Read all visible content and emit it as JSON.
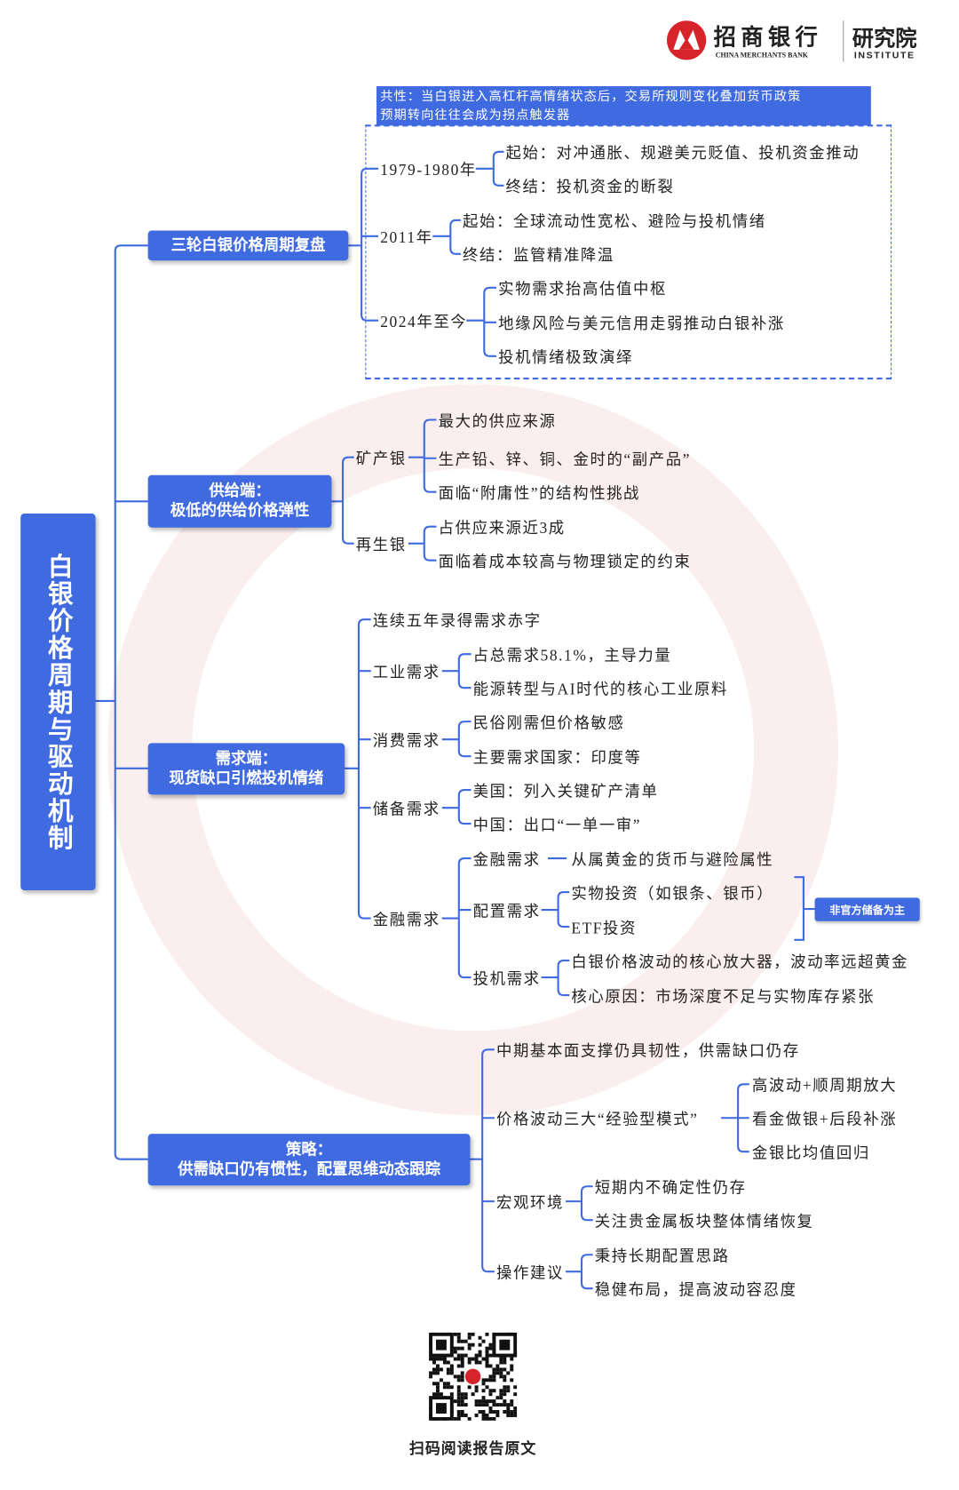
{
  "brand": {
    "name_cn": "招商银行",
    "name_en": "CHINA MERCHANTS BANK",
    "institute_cn": "研究院",
    "institute_en": "INSTITUTE",
    "logo_color": "#d7242a"
  },
  "colors": {
    "accent": "#3f6ae0"
  },
  "root": "白银价格周期与驱动机制",
  "note": {
    "line1": "共性：当白银进入高杠杆高情绪状态后，交易所规则变化叠加货币政策",
    "line2": "预期转向往往会成为拐点触发器"
  },
  "b1": {
    "label": "三轮白银价格周期复盘",
    "c1": {
      "label": "1979-1980年",
      "items": [
        "起始：对冲通胀、规避美元贬值、投机资金推动",
        "终结：投机资金的断裂"
      ]
    },
    "c2": {
      "label": "2011年",
      "items": [
        "起始：全球流动性宽松、避险与投机情绪",
        "终结：监管精准降温"
      ]
    },
    "c3": {
      "label": "2024年至今",
      "items": [
        "实物需求抬高估值中枢",
        "地缘风险与美元信用走弱推动白银补涨",
        "投机情绪极致演绎"
      ]
    }
  },
  "b2": {
    "line1": "供给端：",
    "line2": "极低的供给价格弹性",
    "c1": {
      "label": "矿产银",
      "items": [
        "最大的供应来源",
        "生产铅、锌、铜、金时的“副产品”",
        "面临“附庸性”的结构性挑战"
      ]
    },
    "c2": {
      "label": "再生银",
      "items": [
        "占供应来源近3成",
        "面临着成本较高与物理锁定的约束"
      ]
    }
  },
  "b3": {
    "line1": "需求端：",
    "line2": "现货缺口引燃投机情绪",
    "c0": "连续五年录得需求赤字",
    "c1": {
      "label": "工业需求",
      "items": [
        "占总需求58.1%，主导力量",
        "能源转型与AI时代的核心工业原料"
      ]
    },
    "c2": {
      "label": "消费需求",
      "items": [
        "民俗刚需但价格敏感",
        "主要需求国家：印度等"
      ]
    },
    "c3": {
      "label": "储备需求",
      "items": [
        "美国：列入关键矿产清单",
        "中国：出口“一单一审”"
      ]
    },
    "c4": {
      "label": "金融需求",
      "s1": {
        "label": "金融需求",
        "item": "从属黄金的货币与避险属性"
      },
      "s2": {
        "label": "配置需求",
        "items": [
          "实物投资（如银条、银币）",
          "ETF投资"
        ],
        "tag": "非官方储备为主"
      },
      "s3": {
        "label": "投机需求",
        "items": [
          "白银价格波动的核心放大器，波动率远超黄金",
          "核心原因：市场深度不足与实物库存紧张"
        ]
      }
    }
  },
  "b4": {
    "line1": "策略：",
    "line2": "供需缺口仍有惯性，配置思维动态跟踪",
    "c1": "中期基本面支撑仍具韧性，供需缺口仍存",
    "c2": {
      "label": "价格波动三大“经验型模式”",
      "items": [
        "高波动+顺周期放大",
        "看金做银+后段补涨",
        "金银比均值回归"
      ]
    },
    "c3": {
      "label": "宏观环境",
      "items": [
        "短期内不确定性仍存",
        "关注贵金属板块整体情绪恢复"
      ]
    },
    "c4": {
      "label": "操作建议",
      "items": [
        "秉持长期配置思路",
        "稳健布局，提高波动容忍度"
      ]
    }
  },
  "qr_caption": "扫码阅读报告原文"
}
